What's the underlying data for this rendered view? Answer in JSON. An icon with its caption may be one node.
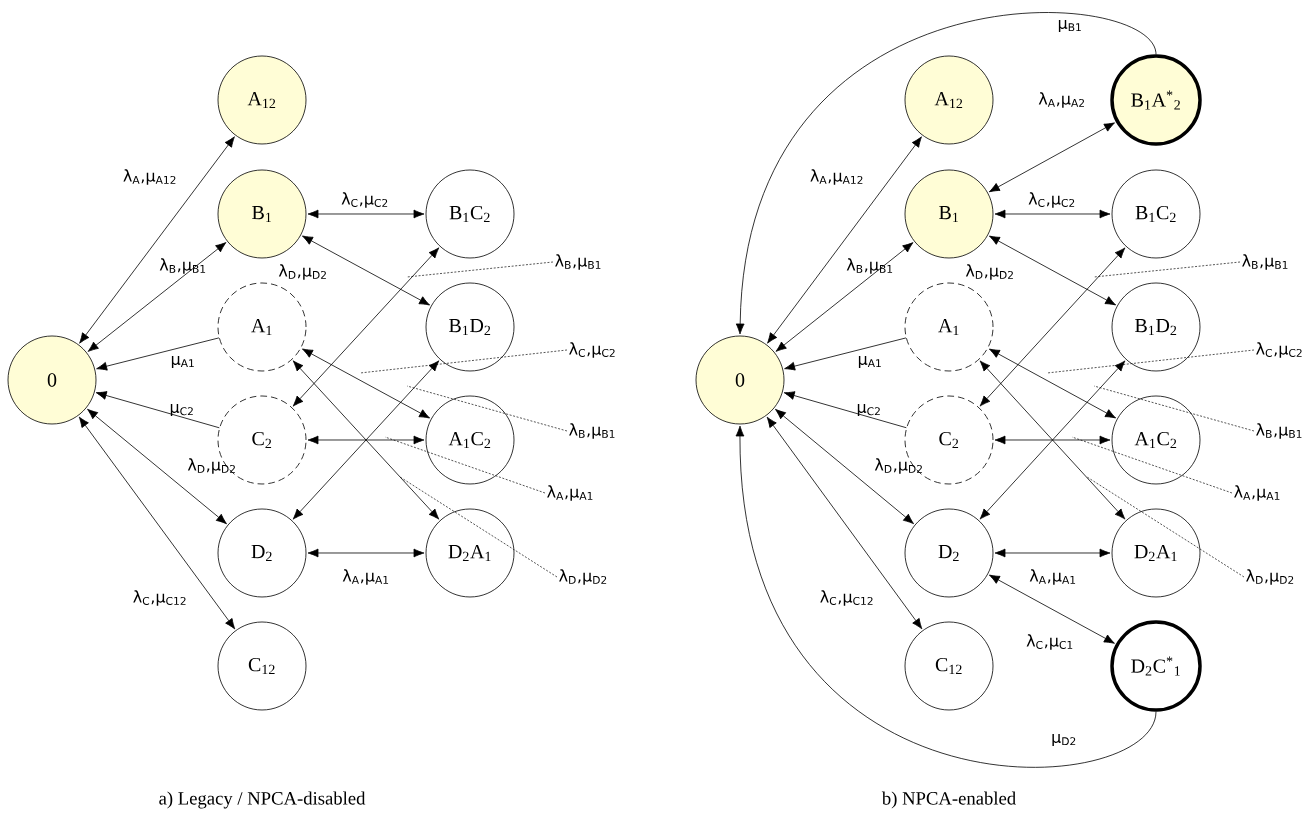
{
  "diagram": {
    "nodes": [
      {
        "text": [
          "0"
        ]
      },
      {
        "text": [
          "A$_{12}$"
        ]
      },
      {
        "text": [
          "B$_{1}$"
        ]
      },
      {
        "text": [
          "A$_{1}$"
        ]
      },
      {
        "text": [
          "C$_{2}$"
        ]
      },
      {
        "text": [
          "D$_{2}$"
        ]
      },
      {
        "text": [
          "C$_{12}$"
        ]
      },
      {
        "text": [
          "B$_{1}$C$_{2}$"
        ]
      },
      {
        "text": [
          "B$_{1}$D$_{2}$"
        ]
      },
      {
        "text": [
          "A$_{1}$C$_{2}$"
        ]
      },
      {
        "text": [
          "D$_{2}$A$_{1}$"
        ]
      },
      {
        "text": [
          "0"
        ]
      },
      {
        "text": [
          "A$_{12}$"
        ]
      },
      {
        "text": [
          "B$_{1}$A$^{*}$$_{2}$"
        ]
      },
      {
        "text": [
          "B$_{1}$"
        ]
      },
      {
        "text": [
          "B$_{1}$C$_{2}$"
        ]
      },
      {
        "text": [
          "A$_{1}$"
        ]
      },
      {
        "text": [
          "B$_{1}$D$_{2}$"
        ]
      },
      {
        "text": [
          "C$_{2}$"
        ]
      },
      {
        "text": [
          "A$_{1}$C$_{2}$"
        ]
      },
      {
        "text": [
          "D$_{2}$"
        ]
      },
      {
        "text": [
          "D$_{2}$A$_{1}$"
        ]
      },
      {
        "text": [
          "C$_{12}$"
        ]
      },
      {
        "text": [
          "D$_{2}$C$^{*}$$_{1}$"
        ]
      },
      {
        "text": [
          "λ$_{B}$,μ$_{B1}$"
        ]
      },
      {
        "text": [
          "λ$_{C}$,μ$_{C2}$"
        ]
      },
      {
        "text": [
          "λ$_{B}$,μ$_{B1}$"
        ]
      },
      {
        "text": [
          "λ$_{A}$,μ$_{A1}$"
        ]
      },
      {
        "text": [
          "λ$_{D}$,μ$_{D2}$"
        ]
      },
      {
        "text": [
          "λ$_{B}$,μ$_{B1}$"
        ]
      },
      {
        "text": [
          "λ$_{C}$,μ$_{C2}$"
        ]
      },
      {
        "text": [
          "λ$_{B}$,μ$_{B1}$"
        ]
      },
      {
        "text": [
          "λ$_{A}$,μ$_{A1}$"
        ]
      },
      {
        "text": [
          "λ$_{D}$,μ$_{D2}$"
        ]
      }
    ],
    "edges": [
      {
        "from": 0,
        "to": 1,
        "arrow": "both",
        "label": "λ$_{A}$,μ$_{A12}$"
      },
      {
        "from": 0,
        "to": 2,
        "arrow": "both",
        "label": "λ$_{B}$,μ$_{B1}$"
      },
      {
        "from": 3,
        "to": 0,
        "arrow": "to",
        "label": "μ$_{A1}$"
      },
      {
        "from": 4,
        "to": 0,
        "arrow": "to",
        "label": "μ$_{C2}$"
      },
      {
        "from": 0,
        "to": 5,
        "arrow": "both",
        "label": "λ$_{D}$,μ$_{D2}$"
      },
      {
        "from": 0,
        "to": 6,
        "arrow": "both",
        "label": "λ$_{C}$,μ$_{C12}$"
      },
      {
        "from": 2,
        "to": 7,
        "arrow": "both",
        "label": "λ$_{C}$,μ$_{C2}$"
      },
      {
        "from": 2,
        "to": 8,
        "arrow": "both",
        "label": "λ$_{D}$,μ$_{D2}$"
      },
      {
        "from": 4,
        "to": 7,
        "arrow": "both"
      },
      {
        "from": 3,
        "to": 9,
        "arrow": "both"
      },
      {
        "from": 4,
        "to": 9,
        "arrow": "both"
      },
      {
        "from": 5,
        "to": 8,
        "arrow": "both"
      },
      {
        "from": 3,
        "to": 10,
        "arrow": "both"
      },
      {
        "from": 5,
        "to": 10,
        "arrow": "both",
        "label": "λ$_{A}$,μ$_{A1}$"
      },
      {
        "from": 11,
        "to": 12,
        "arrow": "both",
        "label": "λ$_{A}$,μ$_{A12}$"
      },
      {
        "from": 11,
        "to": 14,
        "arrow": "both",
        "label": "λ$_{B}$,μ$_{B1}$"
      },
      {
        "from": 16,
        "to": 11,
        "arrow": "to",
        "label": "μ$_{A1}$"
      },
      {
        "from": 18,
        "to": 11,
        "arrow": "to",
        "label": "μ$_{C2}$"
      },
      {
        "from": 11,
        "to": 20,
        "arrow": "both",
        "label": "λ$_{D}$,μ$_{D2}$"
      },
      {
        "from": 11,
        "to": 22,
        "arrow": "both",
        "label": "λ$_{C}$,μ$_{C12}$"
      },
      {
        "from": 14,
        "to": 15,
        "arrow": "both",
        "label": "λ$_{C}$,μ$_{C2}$"
      },
      {
        "from": 14,
        "to": 17,
        "arrow": "both",
        "label": "λ$_{D}$,μ$_{D2}$"
      },
      {
        "from": 18,
        "to": 15,
        "arrow": "both"
      },
      {
        "from": 16,
        "to": 19,
        "arrow": "both"
      },
      {
        "from": 18,
        "to": 19,
        "arrow": "both"
      },
      {
        "from": 20,
        "to": 17,
        "arrow": "both"
      },
      {
        "from": 16,
        "to": 21,
        "arrow": "both"
      },
      {
        "from": 20,
        "to": 21,
        "arrow": "both",
        "label": "λ$_{A}$,μ$_{A1}$"
      },
      {
        "from": 14,
        "to": 13,
        "arrow": "both",
        "label": "λ$_{A}$,μ$_{A2}$"
      },
      {
        "from": 13,
        "to": 11,
        "arrow": "to",
        "label": "μ$_{B1}$"
      },
      {
        "from": 20,
        "to": 23,
        "arrow": "both",
        "label": "λ$_{C}$,μ$_{C1}$"
      },
      {
        "from": 23,
        "to": 11,
        "arrow": "to",
        "label": "μ$_{D2}$"
      },
      {
        "from": 24,
        "to": null,
        "arrow": "none",
        "style": "dashed"
      },
      {
        "from": 25,
        "to": null,
        "arrow": "none",
        "style": "dashed"
      },
      {
        "from": 26,
        "to": null,
        "arrow": "none",
        "style": "dashed"
      },
      {
        "from": 27,
        "to": null,
        "arrow": "none",
        "style": "dashed"
      },
      {
        "from": 28,
        "to": null,
        "arrow": "none",
        "style": "dashed"
      },
      {
        "from": 29,
        "to": null,
        "arrow": "none",
        "style": "dashed"
      },
      {
        "from": 30,
        "to": null,
        "arrow": "none",
        "style": "dashed"
      },
      {
        "from": 31,
        "to": null,
        "arrow": "none",
        "style": "dashed"
      },
      {
        "from": 32,
        "to": null,
        "arrow": "none",
        "style": "dashed"
      },
      {
        "from": 33,
        "to": null,
        "arrow": "none",
        "style": "dashed"
      }
    ],
    "labels": [
      "a) Legacy / NPCA-disabled",
      "b) NPCA-enabled"
    ]
  }
}
